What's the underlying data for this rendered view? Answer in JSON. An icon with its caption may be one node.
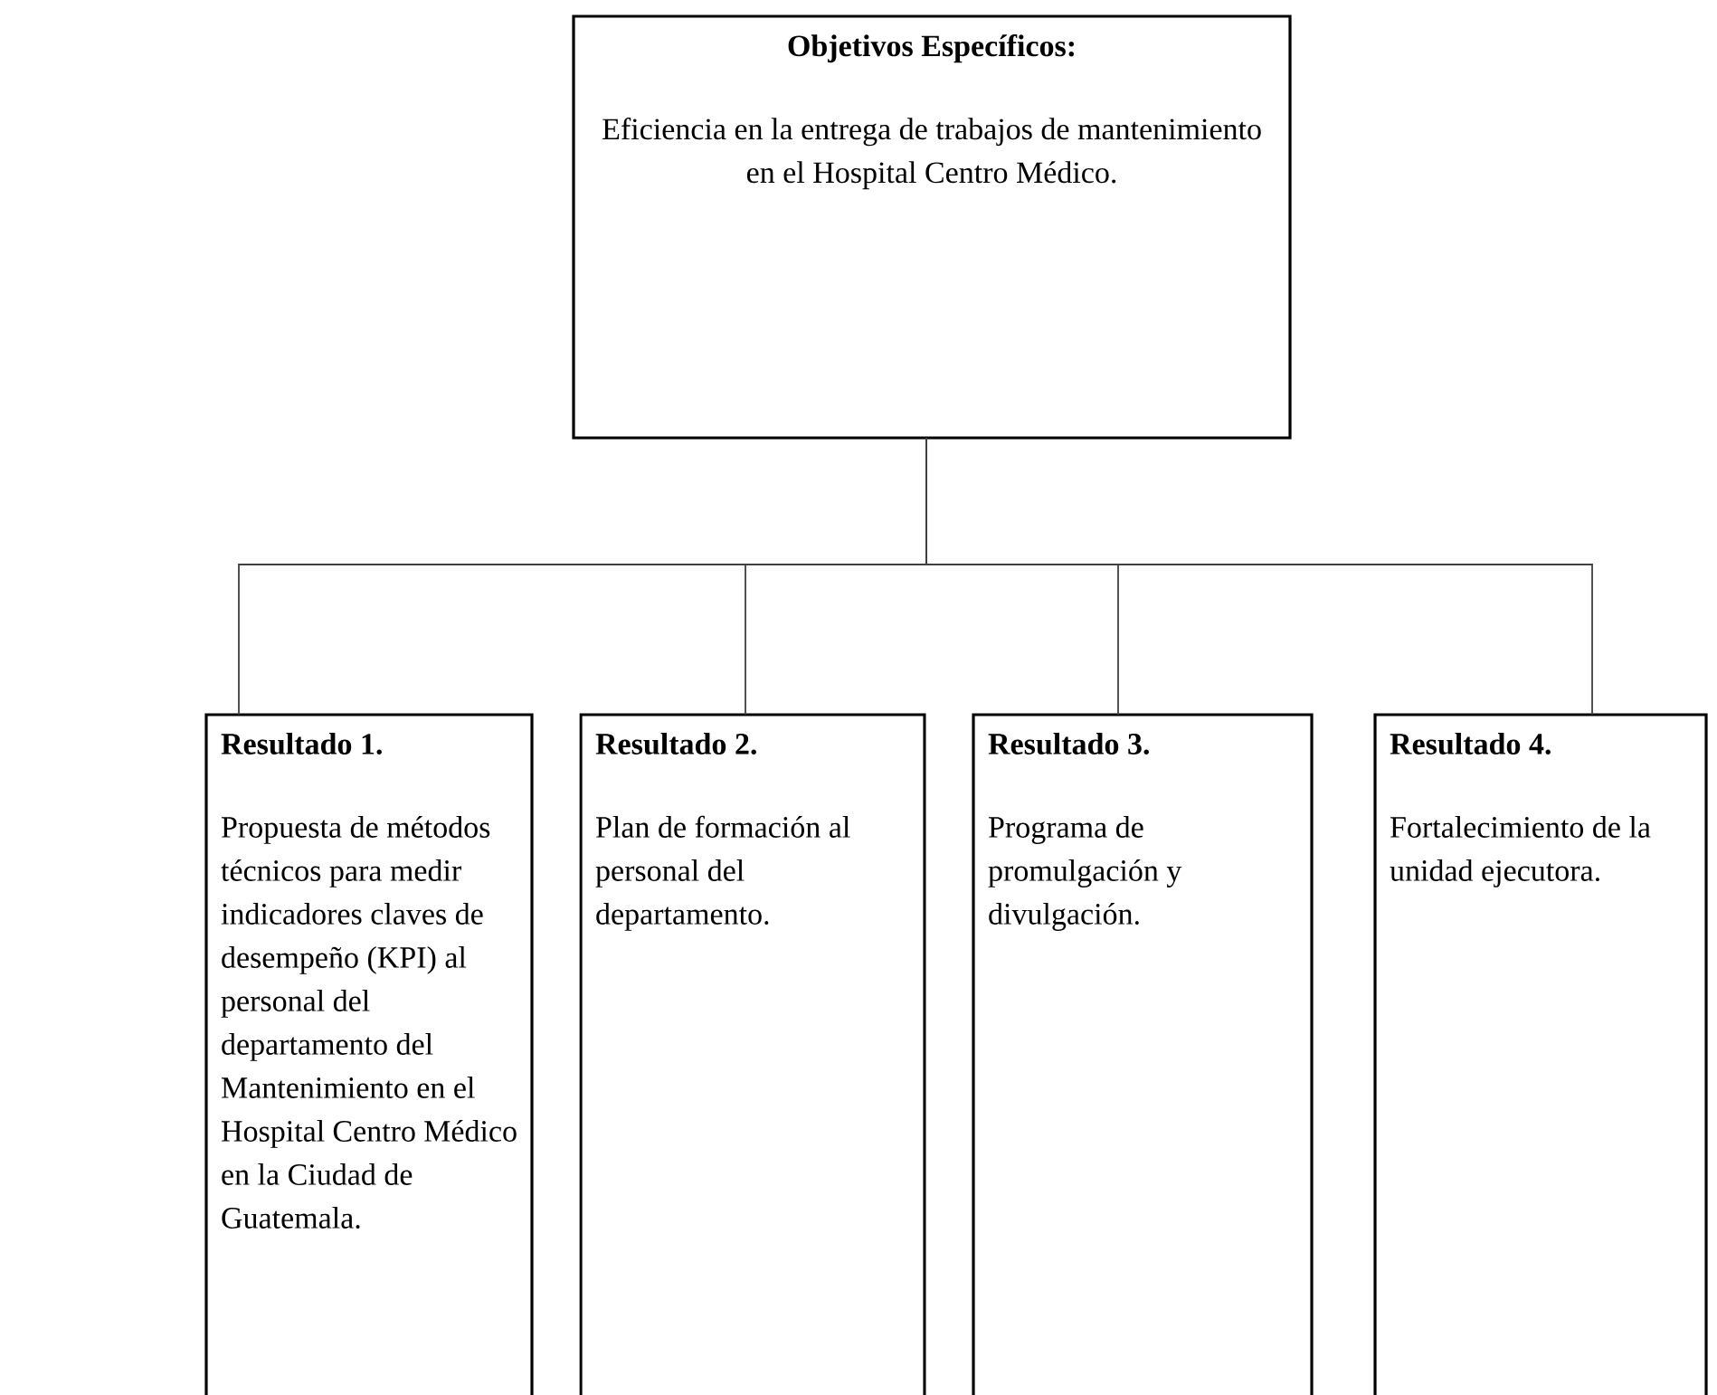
{
  "diagram": {
    "nodes": [
      {
        "text": [
          "Objetivos Específicos:",
          "Eficiencia en la entrega de trabajos de mantenimiento en el Hospital Centro Médico."
        ]
      },
      {
        "text": [
          "Resultado 1.",
          "Propuesta de métodos técnicos para medir indicadores claves de desempeño (KPI) al personal del departamento del Mantenimiento en el Hospital Centro Médico en la Ciudad de Guatemala."
        ]
      },
      {
        "text": [
          "**Resultado 2**.",
          "Plan de formación al personal del departamento."
        ]
      },
      {
        "text": [
          "Resultado 3.",
          "Programa de promulgación y divulgación."
        ]
      },
      {
        "text": [
          "Resultado 4.",
          "Fortalecimiento de la unidad ejecutora."
        ]
      }
    ],
    "edges": [
      {
        "from": 0,
        "to": 1,
        "arrow": "none"
      },
      {
        "from": 0,
        "to": 2,
        "arrow": "none"
      },
      {
        "from": 0,
        "to": 3,
        "arrow": "none"
      },
      {
        "from": 0,
        "to": 4,
        "arrow": "none"
      }
    ]
  }
}
